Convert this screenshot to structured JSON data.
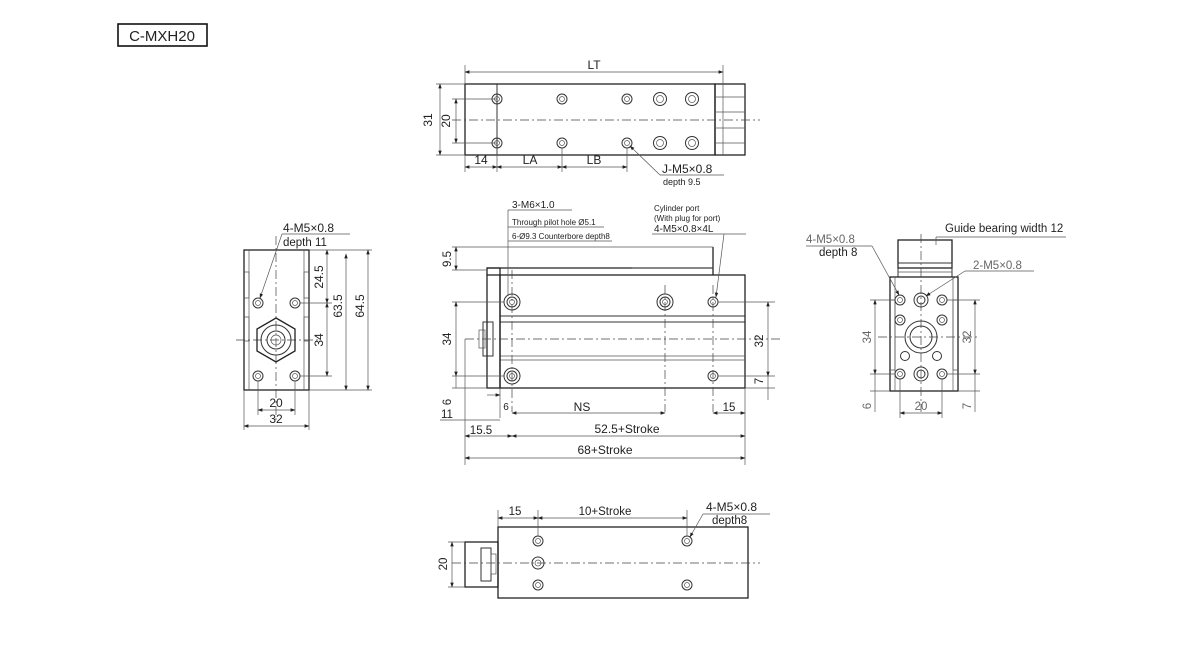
{
  "model": "C-MXH20",
  "top_view": {
    "dims": {
      "lt": "LT",
      "w31": "31",
      "w20": "20",
      "d14": "14",
      "la": "LA",
      "lb": "LB"
    },
    "callout": {
      "main": "J-M5×0.8",
      "sub": "depth 9.5"
    }
  },
  "left_view": {
    "callout": {
      "main": "4-M5×0.8",
      "sub": "depth 11"
    },
    "dims": {
      "h24_5": "24.5",
      "h63_5": "63.5",
      "h64_5": "64.5",
      "h34": "34",
      "w20": "20",
      "w32": "32"
    }
  },
  "front_view": {
    "notes": {
      "m6": "3-M6×1.0",
      "pilot": "Through pilot hole Ø5.1",
      "cbore": "6-Ø9.3 Counterbore depth8",
      "cyl1": "Cylinder port",
      "cyl2": "(With plug for port)",
      "cyl3": "4-M5×0.8×4L"
    },
    "dims": {
      "v9_5": "9.5",
      "v34": "34",
      "v6": "6",
      "v11": "11",
      "h6": "6",
      "ns": "NS",
      "h15": "15",
      "h15_5": "15.5",
      "stroke52": "52.5+Stroke",
      "stroke68": "68+Stroke",
      "r32": "32",
      "r7": "7"
    }
  },
  "right_view": {
    "notes": {
      "guide": "Guide bearing width 12",
      "m5a": "4-M5×0.8",
      "m5a_depth": "depth 8",
      "m5b": "2-M5×0.8"
    },
    "dims": {
      "v34": "34",
      "v6": "6",
      "h20": "20",
      "r32": "32",
      "r7": "7"
    }
  },
  "bottom_view": {
    "dims": {
      "h15": "15",
      "stroke10": "10+Stroke",
      "v20": "20"
    },
    "callout": {
      "main": "4-M5×0.8",
      "sub": "depth8"
    }
  }
}
